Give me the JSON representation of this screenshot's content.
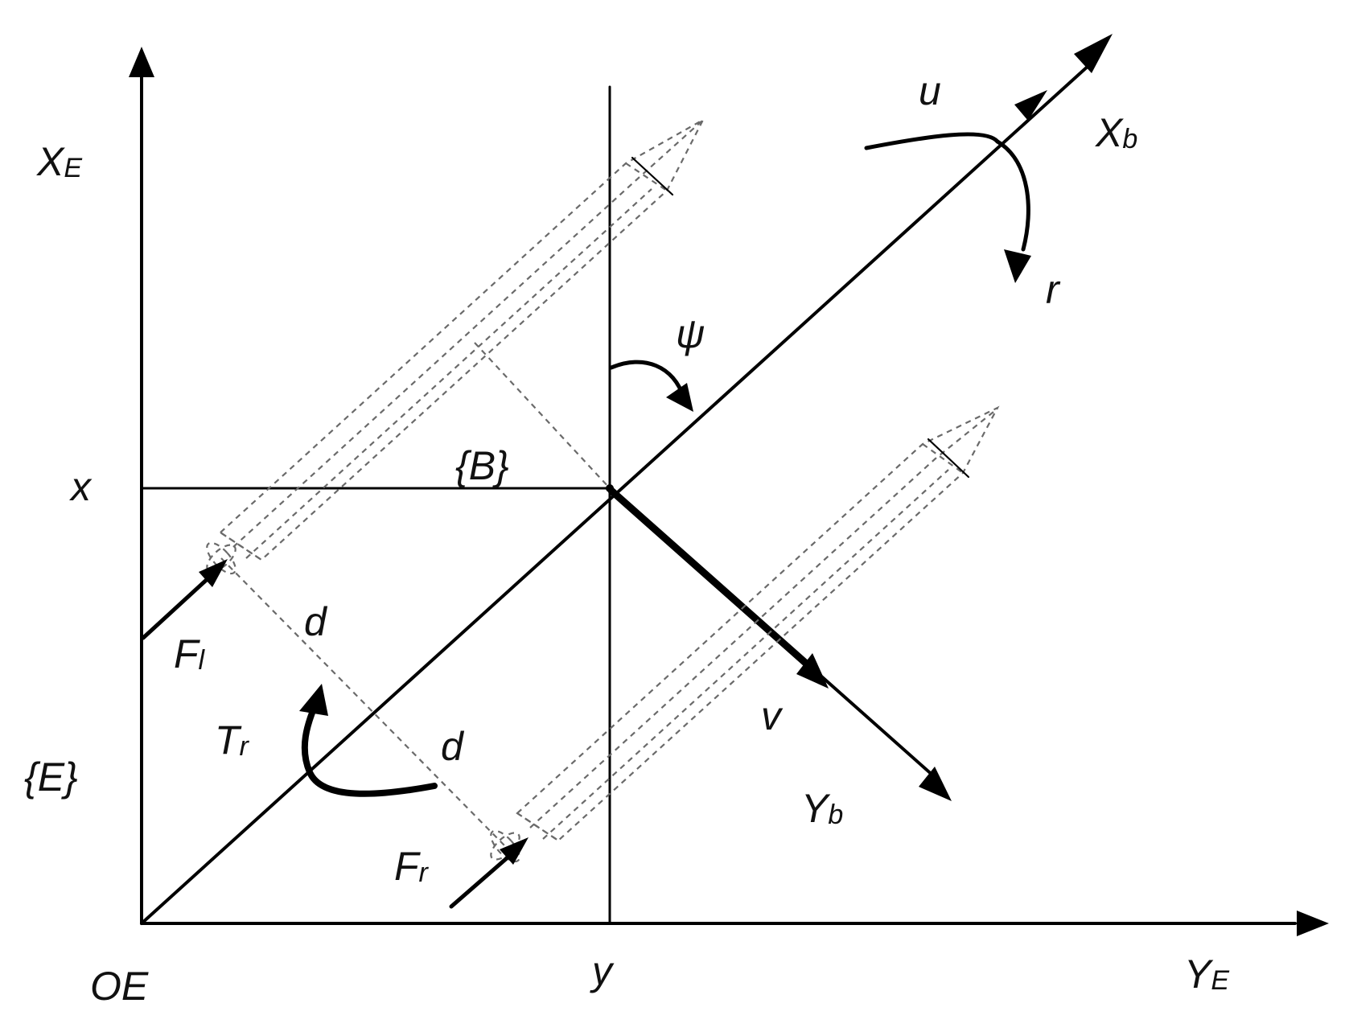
{
  "labels": {
    "earth_x_axis": "X",
    "earth_x_axis_sub": "E",
    "earth_y_axis": "Y",
    "earth_y_axis_sub": "E",
    "origin": "OE",
    "earth_frame": "{E}",
    "body_frame": "{B}",
    "body_x_axis": "X",
    "body_x_axis_sub": "b",
    "body_y_axis": "Y",
    "body_y_axis_sub": "b",
    "pos_x": "x",
    "pos_y": "y",
    "surge_velocity": "u",
    "sway_velocity": "v",
    "yaw_rate": "r",
    "heading_angle": "ψ",
    "left_thrust": "F",
    "left_thrust_sub": "l",
    "right_thrust": "F",
    "right_thrust_sub": "r",
    "yaw_torque": "T",
    "yaw_torque_sub": "r",
    "half_beam_upper": "d",
    "half_beam_lower": "d"
  },
  "colors": {
    "ink": "#000000",
    "dashed": "#6a6a6a",
    "text": "#111111"
  }
}
